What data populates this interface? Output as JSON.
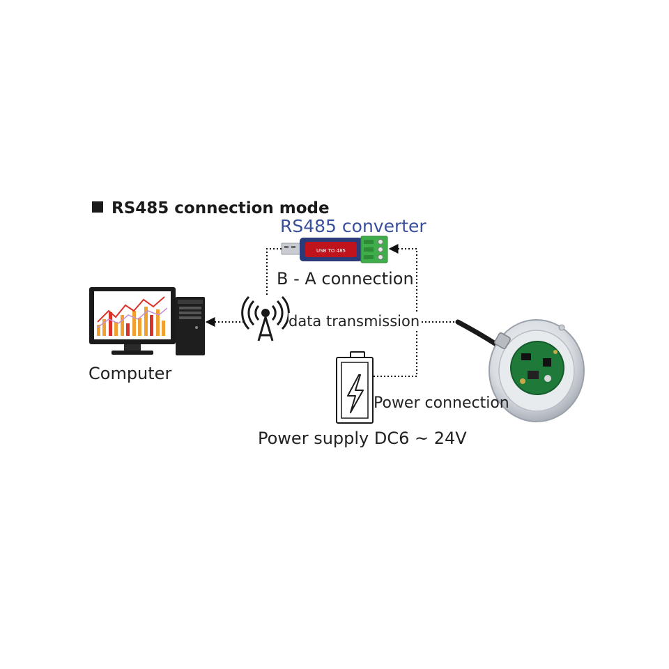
{
  "title": "RS485 connection mode",
  "labels": {
    "converter": "RS485 converter",
    "ba_connection": "B - A connection",
    "data_transmission": "data transmission",
    "computer": "Computer",
    "power_connection": "Power connection",
    "power_supply": "Power supply DC6 ~ 24V",
    "converter_text": "USB TO 485"
  },
  "colors": {
    "title": "#1a1a1a",
    "converter_label": "#3a4f9c",
    "converter_body": "#c0141c",
    "terminal_green": "#3fae4a",
    "chart_orange": "#f0a030",
    "chart_red": "#d9332a",
    "pcb_green": "#1f7a3a"
  },
  "icons": [
    "computer-monitor-icon",
    "computer-tower-icon",
    "antenna-icon",
    "battery-icon",
    "usb-converter-icon",
    "sensor-device-icon"
  ]
}
